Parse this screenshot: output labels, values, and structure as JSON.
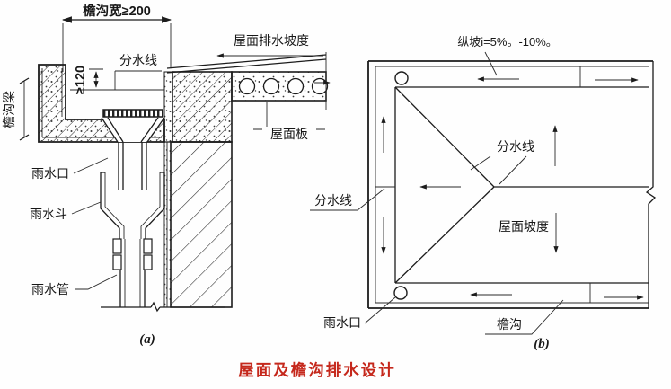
{
  "caption": "屋面及檐沟排水设计",
  "figure_a": {
    "tag": "(a)",
    "dim_gutter_width": "檐沟宽≥200",
    "dim_depth": "≥120",
    "label_divide_line": "分水线",
    "label_gutter_beam": "檐沟梁",
    "label_roof_drain_slope": "屋面排水坡度",
    "label_roof_slab": "屋面板",
    "label_rain_inlet": "雨水口",
    "label_rain_hopper": "雨水斗",
    "label_rain_pipe": "雨水管"
  },
  "figure_b": {
    "tag": "(b)",
    "label_longitudinal_slope": "纵坡i=5%。-10%。",
    "label_divide_line_mid": "分水线",
    "label_divide_line_left": "分水线",
    "label_roof_slope": "屋面坡度",
    "label_rain_inlet": "雨水口",
    "label_gutter": "檐沟"
  },
  "colors": {
    "ink": "#1c1c1c",
    "caption_red": "#c5281c",
    "paper": "#fefefe"
  }
}
